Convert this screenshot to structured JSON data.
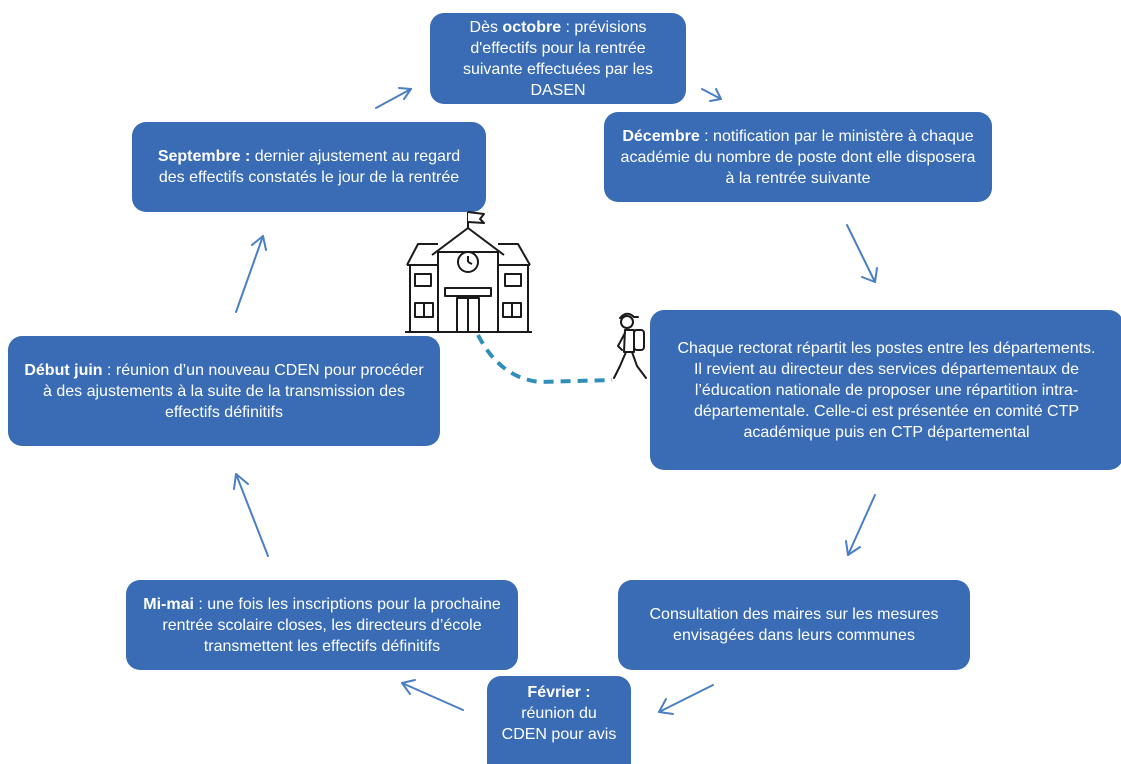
{
  "boxes": {
    "octobre": {
      "bold": "octobre",
      "prefix": "Dès ",
      "rest": " : prévisions d'effectifs pour la rentrée suivante effectuées par les DASEN"
    },
    "decembre": {
      "bold": "Décembre",
      "rest": " : notification par le ministère à chaque académie du nombre de poste dont elle disposera à la rentrée suivante"
    },
    "rectorat": {
      "text": "Chaque rectorat répartit les postes entre les départements. Il revient au directeur des services départementaux de l’éducation nationale de proposer une répartition intra- départementale. Celle-ci est présentée en comité CTP académique puis en CTP départemental"
    },
    "consultation": {
      "text": "Consultation des maires sur les mesures envisagées dans leurs communes"
    },
    "fevrier": {
      "bold": "Février :",
      "rest": " réunion du CDEN pour avis"
    },
    "mimai": {
      "bold": "Mi-mai",
      "rest": " : une fois les inscriptions pour la prochaine rentrée scolaire closes, les directeurs d’école transmettent les effectifs définitifs"
    },
    "juin": {
      "bold": "Début juin",
      "rest": " : réunion d’un nouveau CDEN pour procéder à des ajustements à la suite de la transmission des effectifs définitifs"
    },
    "septembre": {
      "bold": "Septembre :",
      "rest": " dernier ajustement au regard des effectifs constatés le jour de la rentrée"
    }
  },
  "colors": {
    "box_fill": "#3a6cb5",
    "box_text": "#ffffff",
    "arrow": "#4a7fc3",
    "path_dash": "#2f8fb8",
    "icon_stroke": "#1a1a1a"
  },
  "icons": {
    "school": "school-building-icon",
    "walker": "student-walker-icon"
  }
}
